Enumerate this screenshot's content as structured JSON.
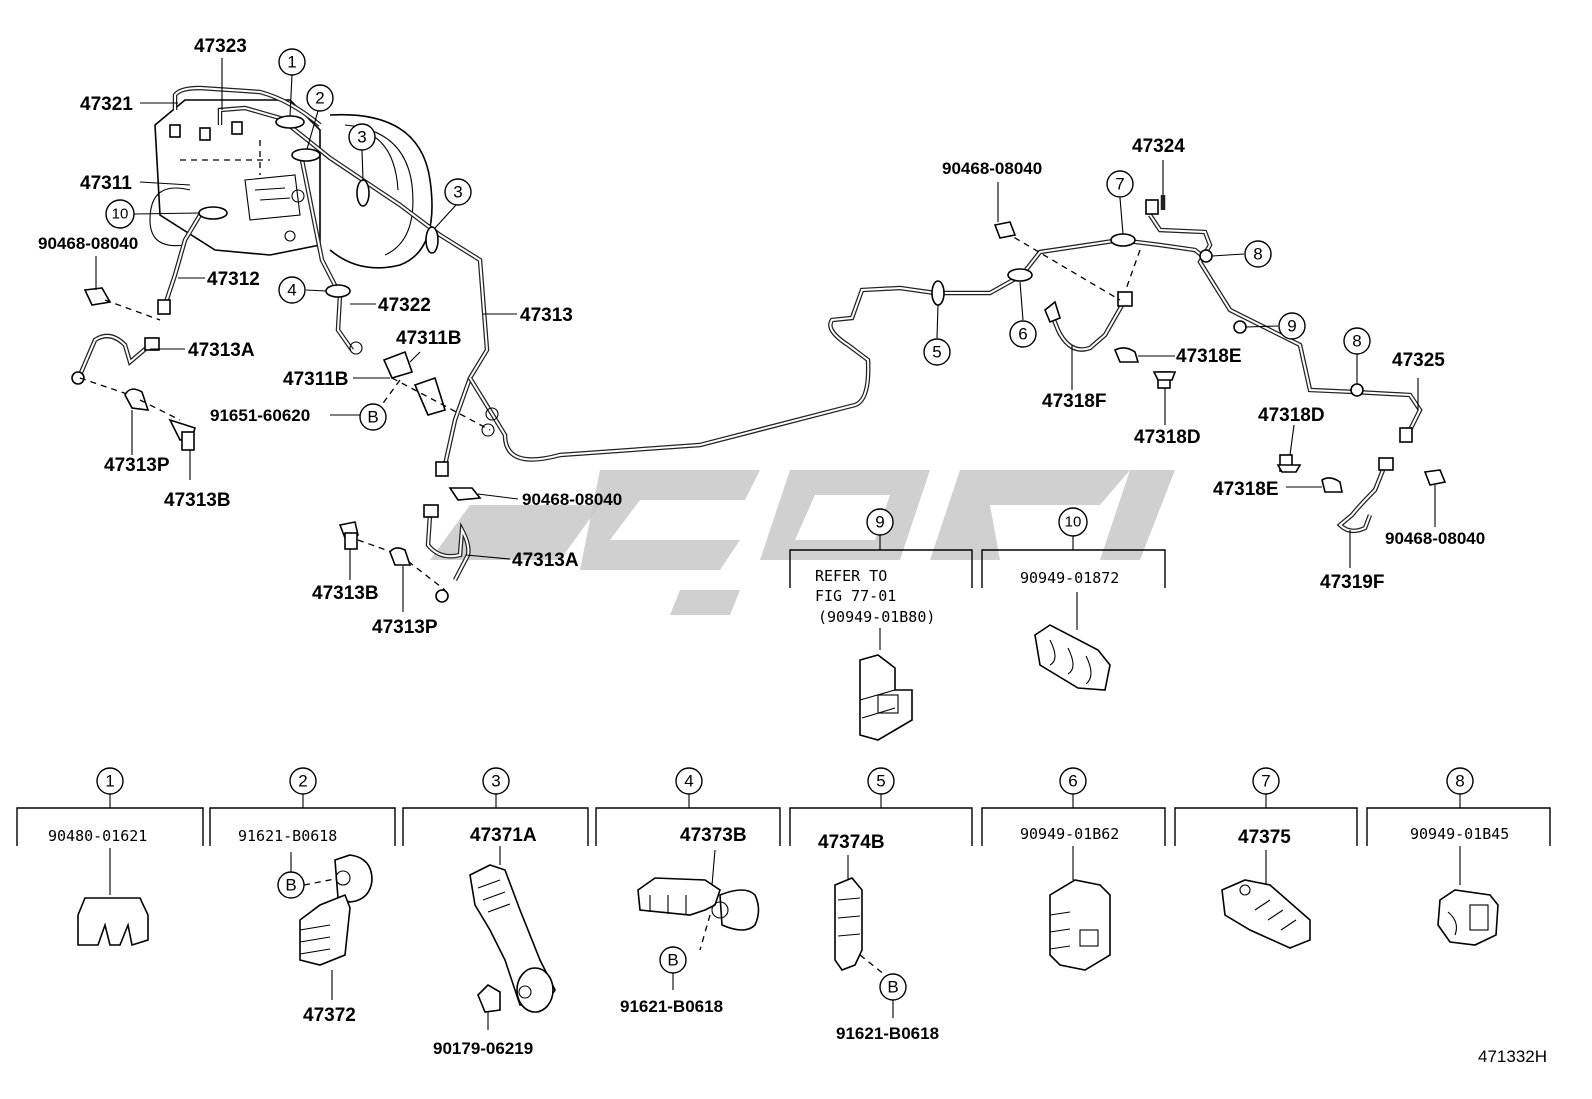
{
  "diagram_code": "471332H",
  "callouts": [
    "1",
    "2",
    "3",
    "4",
    "5",
    "6",
    "7",
    "8",
    "9",
    "10",
    "B"
  ],
  "parts": {
    "p47323": "47323",
    "p47321": "47321",
    "p47311": "47311",
    "p90468_a": "90468-08040",
    "p47312": "47312",
    "p47313A_a": "47313A",
    "p47313P_a": "47313P",
    "p47313B_a": "47313B",
    "p47322": "47322",
    "p47311B_a": "47311B",
    "p47311B_b": "47311B",
    "p91651": "91651-60620",
    "p47313": "47313",
    "p90468_b": "90468-08040",
    "p47313A_b": "47313A",
    "p47313B_b": "47313B",
    "p47313P_b": "47313P",
    "p90468_c": "90468-08040",
    "p47324": "47324",
    "p47318E_a": "47318E",
    "p47318F": "47318F",
    "p47318D_a": "47318D",
    "p47325": "47325",
    "p47318D_b": "47318D",
    "p47318E_b": "47318E",
    "p90468_d": "90468-08040",
    "p47319F": "47319F"
  },
  "boxes": {
    "b9_line1": "REFER TO",
    "b9_line2": "FIG 77-01",
    "b9_line3": "(90949-01B80)",
    "b10": "90949-01872",
    "b1": "90480-01621",
    "b2": "91621-B0618",
    "b2_part": "47372",
    "b3": "47371A",
    "b3_part": "90179-06219",
    "b4": "47373B",
    "b4_part": "91621-B0618",
    "b5": "47374B",
    "b5_part": "91621-B0618",
    "b6": "90949-01B62",
    "b7": "47375",
    "b8": "90949-01B45"
  }
}
